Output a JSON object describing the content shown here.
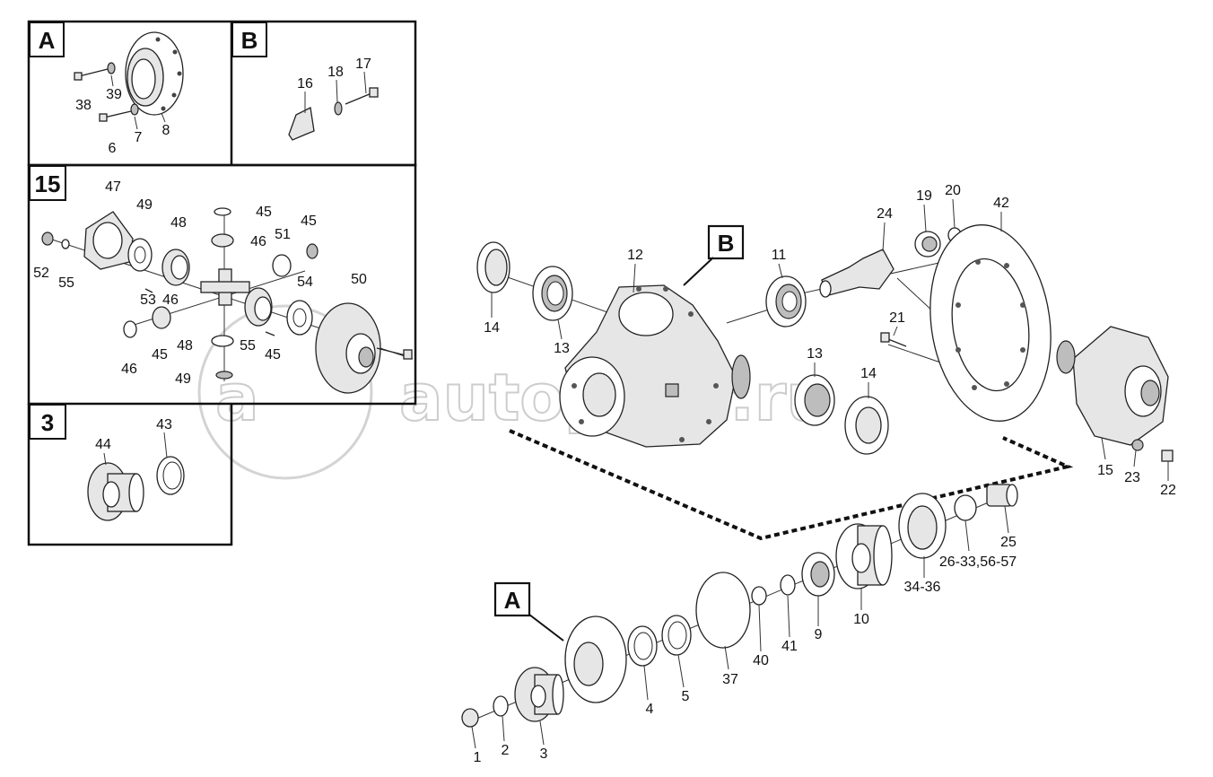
{
  "watermark": "autopiter.ru",
  "panels": {
    "A": {
      "label": "A",
      "parts": [
        "38",
        "39",
        "6",
        "7",
        "8"
      ]
    },
    "B": {
      "label": "B",
      "parts": [
        "16",
        "18",
        "17"
      ]
    },
    "15": {
      "label": "15",
      "parts": [
        "47",
        "49",
        "48",
        "45",
        "46",
        "45",
        "51",
        "52",
        "55",
        "53",
        "46",
        "45",
        "46",
        "48",
        "55",
        "45",
        "49",
        "54",
        "50"
      ]
    },
    "3": {
      "label": "3",
      "parts": [
        "44",
        "43"
      ]
    }
  },
  "main": {
    "callouts": {
      "B": "B",
      "A": "A"
    },
    "parts": [
      "14",
      "13",
      "12",
      "11",
      "24",
      "19",
      "20",
      "42",
      "21",
      "13",
      "14",
      "15",
      "23",
      "22",
      "25",
      "26-33,56-57",
      "34-36",
      "10",
      "9",
      "41",
      "40",
      "37",
      "5",
      "4",
      "3",
      "2",
      "1"
    ]
  }
}
